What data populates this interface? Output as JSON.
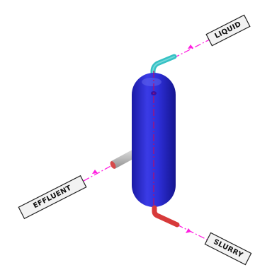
{
  "labels": {
    "liquid": "LIQUID",
    "effluent": "EFFLUENT",
    "slurry": "SLURRY"
  },
  "icons": {
    "vessel": "cylindrical-vessel-icon",
    "arrow": "flow-arrow-icon"
  },
  "colors": {
    "vessel": "#2d2ed9",
    "vessel_dark": "#1a1aa5",
    "vessel_light": "#6b6ef0",
    "centerline": "#b01070",
    "liquid_pipe": "#36c1c4",
    "slurry_pipe": "#d73a3a",
    "effluent_pipe": "#bfbfbf",
    "flow_line": "#ff1fe0",
    "tag_fill": "#f2f2f2",
    "tag_stroke": "#222222"
  }
}
